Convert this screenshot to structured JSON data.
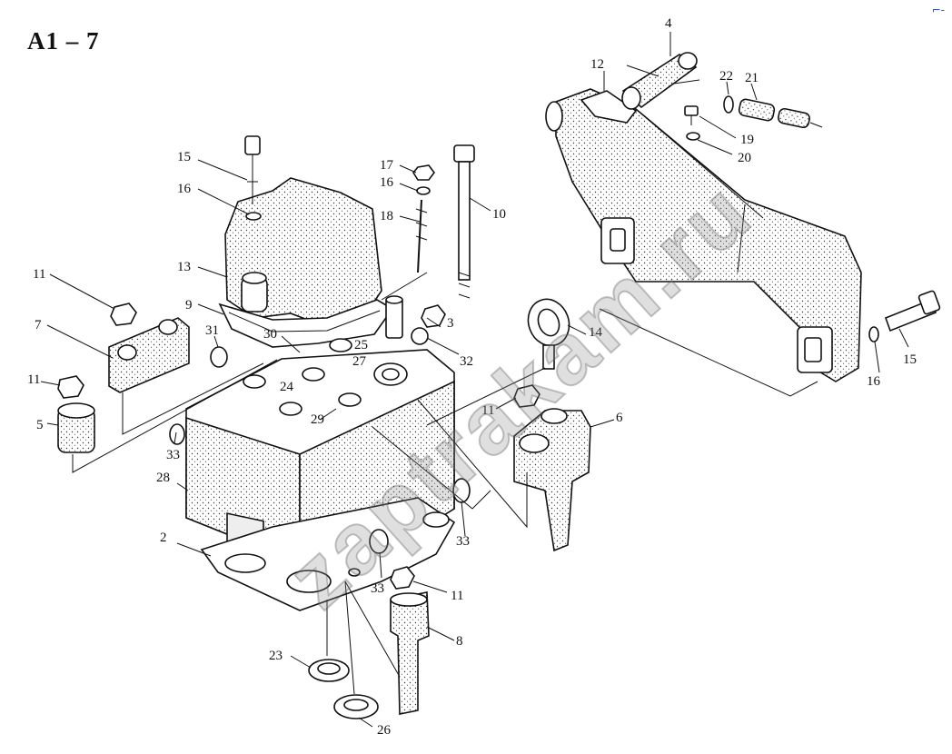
{
  "figure": {
    "title": "A1 – 7",
    "corner_mark": "⌐-",
    "watermark": "zaptrakam.ru"
  },
  "callouts": [
    {
      "id": "c4",
      "text": "4"
    },
    {
      "id": "c12",
      "text": "12"
    },
    {
      "id": "c22",
      "text": "22"
    },
    {
      "id": "c21",
      "text": "21"
    },
    {
      "id": "c19",
      "text": "19"
    },
    {
      "id": "c20",
      "text": "20"
    },
    {
      "id": "c15a",
      "text": "15"
    },
    {
      "id": "c16a",
      "text": "16"
    },
    {
      "id": "c17",
      "text": "17"
    },
    {
      "id": "c16b",
      "text": "16"
    },
    {
      "id": "c18",
      "text": "18"
    },
    {
      "id": "c10",
      "text": "10"
    },
    {
      "id": "c13",
      "text": "13"
    },
    {
      "id": "c11a",
      "text": "11"
    },
    {
      "id": "c9",
      "text": "9"
    },
    {
      "id": "c7",
      "text": "7"
    },
    {
      "id": "c31",
      "text": "31"
    },
    {
      "id": "c30",
      "text": "30"
    },
    {
      "id": "c25",
      "text": "25"
    },
    {
      "id": "c27",
      "text": "27"
    },
    {
      "id": "c3",
      "text": "3"
    },
    {
      "id": "c32",
      "text": "32"
    },
    {
      "id": "c14",
      "text": "14"
    },
    {
      "id": "c11b",
      "text": "11"
    },
    {
      "id": "c24",
      "text": "24"
    },
    {
      "id": "c5",
      "text": "5"
    },
    {
      "id": "c33a",
      "text": "33"
    },
    {
      "id": "c29",
      "text": "29"
    },
    {
      "id": "c11c",
      "text": "11"
    },
    {
      "id": "c6",
      "text": "6"
    },
    {
      "id": "c28",
      "text": "28"
    },
    {
      "id": "c33b",
      "text": "33"
    },
    {
      "id": "c2",
      "text": "2"
    },
    {
      "id": "c33c",
      "text": "33"
    },
    {
      "id": "c11d",
      "text": "11"
    },
    {
      "id": "c8",
      "text": "8"
    },
    {
      "id": "c23",
      "text": "23"
    },
    {
      "id": "c26",
      "text": "26"
    },
    {
      "id": "c15b",
      "text": "15"
    },
    {
      "id": "c16c",
      "text": "16"
    }
  ]
}
